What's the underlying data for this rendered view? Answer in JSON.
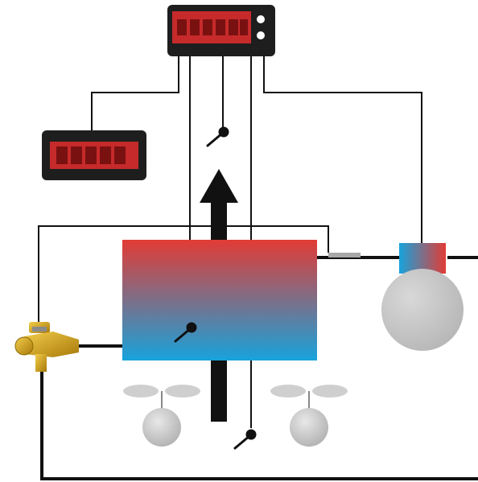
{
  "title": "",
  "colors": {
    "background": "#ffffff",
    "line": "#111111",
    "display_body": "#1e1e1e",
    "display_screen": "#c62a2a",
    "display_segments": "#7a1111",
    "coil_top": "#e23b35",
    "coil_bottom": "#17a3dc",
    "compressor_body": "#b3b3b3",
    "valve_brass": "#d9a316",
    "fan": "#cfcfcf",
    "arrow": "#111111"
  },
  "components": {
    "main_controller": {
      "icon": "digital-controller-icon",
      "indicator_dots": 2
    },
    "remote_display": {
      "icon": "remote-display-icon"
    },
    "evaporator_coil": {
      "icon": "heat-exchanger-icon"
    },
    "compressor": {
      "icon": "compressor-icon"
    },
    "expansion_valve": {
      "icon": "expansion-valve-icon"
    },
    "fans": {
      "icon": "fan-icon",
      "count": 2
    },
    "sensors": {
      "icon": "temperature-probe-icon",
      "count": 3
    },
    "airflow_arrow": {
      "icon": "arrow-up-icon",
      "direction": "up"
    }
  }
}
